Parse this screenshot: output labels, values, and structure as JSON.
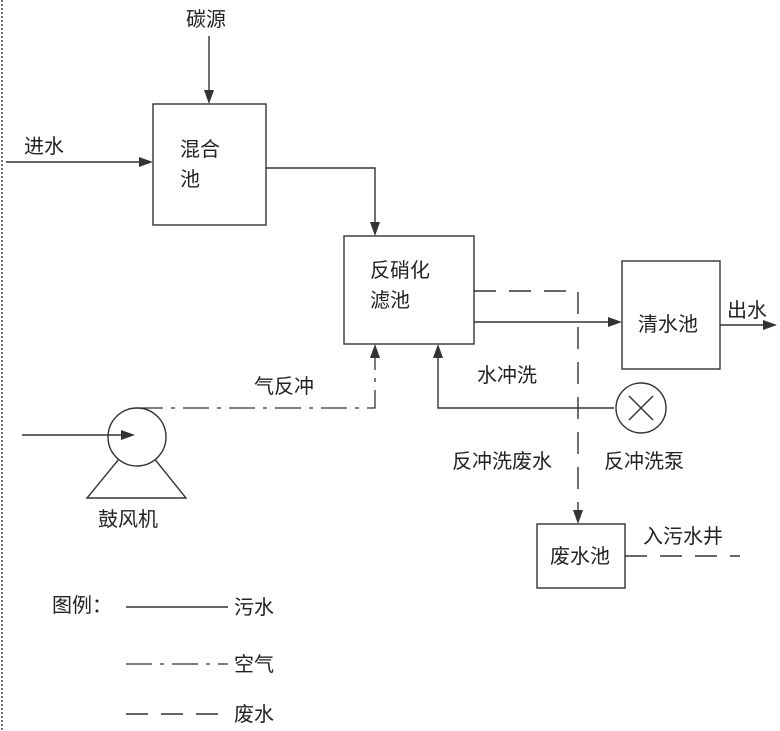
{
  "labels": {
    "carbon_source": "碳源",
    "inflow": "进水",
    "mixing_tank_line1": "混合",
    "mixing_tank_line2": "池",
    "denitrification_filter_line1": "反硝化",
    "denitrification_filter_line2": "滤池",
    "clear_water_tank": "清水池",
    "outflow": "出水",
    "air_backwash": "气反冲",
    "water_backwash": "水冲洗",
    "backwash_wastewater": "反冲洗废水",
    "backwash_pump": "反冲洗泵",
    "blower": "鼓风机",
    "wastewater_tank": "废水池",
    "to_sewer_well": "入污水井"
  },
  "legend": {
    "title": "图例：",
    "items": [
      {
        "label": "污水",
        "line": "solid"
      },
      {
        "label": "空气",
        "line": "dash-dot"
      },
      {
        "label": "废水",
        "line": "dashed"
      }
    ]
  }
}
